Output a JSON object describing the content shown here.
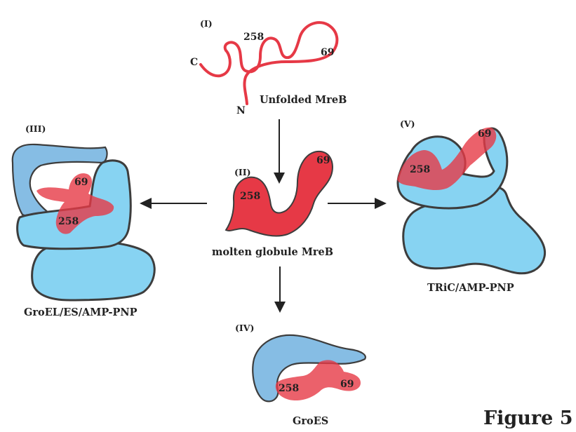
{
  "colors": {
    "protein_red": "#e63946",
    "chaperone_light_blue": "#87d3f2",
    "chaperone_mid_blue": "#86bde4",
    "outline": "#3d3d3d",
    "arrow": "#222222"
  },
  "icons": [
    "arrow-down",
    "arrow-left",
    "arrow-right"
  ],
  "figure_label": "Figure 5",
  "panels": {
    "I": {
      "marker": "(I)",
      "caption": "Unfolded MreB",
      "res_a": "258",
      "res_b": "69",
      "c_term": "C",
      "n_term": "N"
    },
    "II": {
      "marker": "(II)",
      "caption": "molten globule MreB",
      "res_a": "258",
      "res_b": "69"
    },
    "III": {
      "marker": "(III)",
      "caption": "GroEL/ES/AMP-PNP",
      "res_a": "258",
      "res_b": "69"
    },
    "IV": {
      "marker": "(IV)",
      "caption": "GroES",
      "res_a": "258",
      "res_b": "69"
    },
    "V": {
      "marker": "(V)",
      "caption": "TRiC/AMP-PNP",
      "res_a": "258",
      "res_b": "69"
    }
  }
}
